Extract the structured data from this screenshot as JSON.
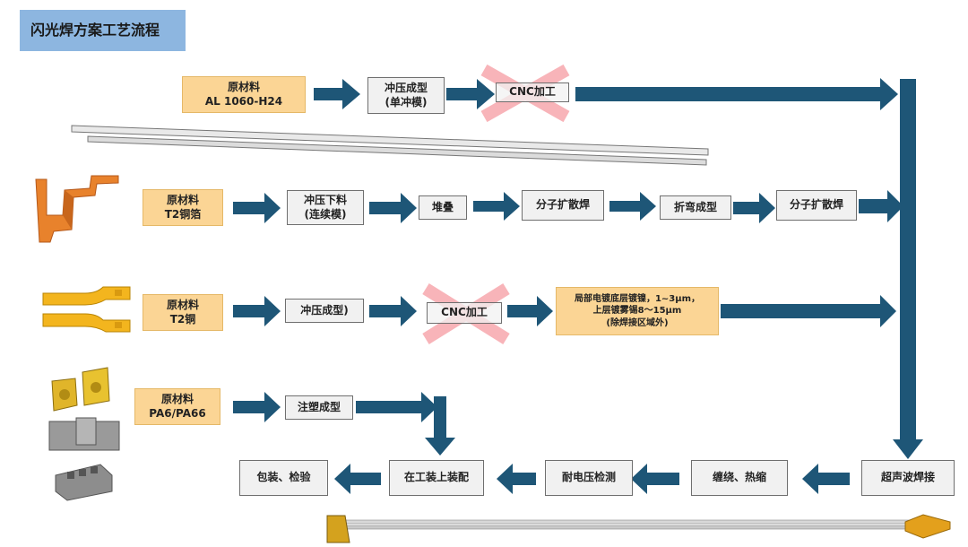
{
  "title": "闪光焊方案工艺流程",
  "colors": {
    "arrow": "#1e5677",
    "material": "#fbd595",
    "step": "#f1f1f1",
    "title_bg": "#8db6e0",
    "cross": "#f7a7ad"
  },
  "row1": {
    "material": "原材料\nAL 1060-H24",
    "step1": "冲压成型\n(单冲模)",
    "step2": "CNC加工"
  },
  "row2": {
    "material": "原材料\nT2铜箔",
    "step1": "冲压下料\n(连续模)",
    "step2": "堆叠",
    "step3": "分子扩散焊",
    "step4": "折弯成型",
    "step5": "分子扩散焊"
  },
  "row3": {
    "material": "原材料\nT2铜",
    "step1": "冲压成型)",
    "step2": "CNC加工",
    "note": "局部电镀底层镀镍，1~3μm，\n上层镀雾锡8～15μm\n(除焊接区域外)"
  },
  "row4": {
    "material": "原材料\nPA6/PA66",
    "step1": "注塑成型"
  },
  "bottom": {
    "ultrasonic": "超声波焊接",
    "wrap": "缠绕、热缩",
    "test": "耐电压检测",
    "assemble": "在工装上装配",
    "pack": "包装、检验"
  }
}
